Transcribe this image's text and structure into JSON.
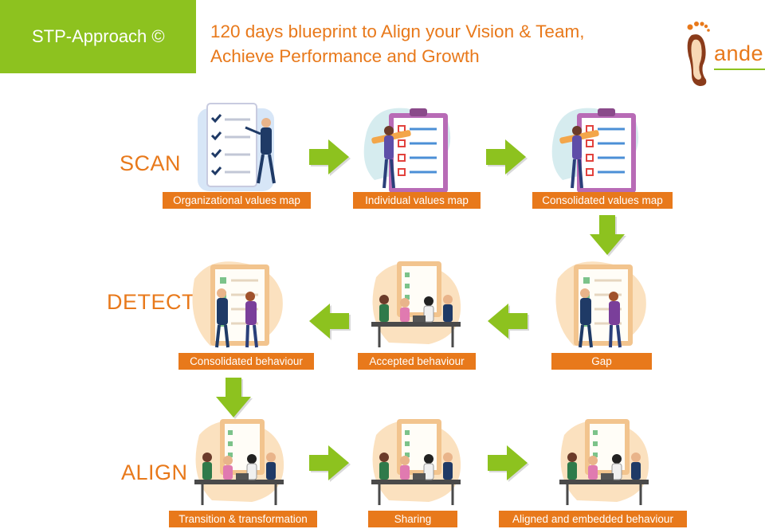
{
  "badge": "STP-Approach ©",
  "title": {
    "line1": "120 days blueprint to Align your Vision & Team,",
    "line2": "Achieve Performance and Growth"
  },
  "logo": {
    "text": "ande",
    "icon": "footprint-icon"
  },
  "rows": {
    "scan": "SCAN",
    "detect": "DETECT",
    "align": "ALIGN"
  },
  "steps": [
    {
      "id": "org-values",
      "label": "Organizational values map"
    },
    {
      "id": "ind-values",
      "label": "Individual values map"
    },
    {
      "id": "cons-values",
      "label": "Consolidated values map"
    },
    {
      "id": "gap",
      "label": "Gap"
    },
    {
      "id": "accepted",
      "label": "Accepted behaviour"
    },
    {
      "id": "cons-behaviour",
      "label": "Consolidated behaviour"
    },
    {
      "id": "transition",
      "label": "Transition & transformation"
    },
    {
      "id": "sharing",
      "label": "Sharing"
    },
    {
      "id": "aligned",
      "label": "Aligned and embedded behaviour"
    }
  ],
  "colors": {
    "accent": "#e8791b",
    "green": "#8dc21f",
    "arrow": "#8dc21f",
    "navy": "#1f3a66"
  }
}
